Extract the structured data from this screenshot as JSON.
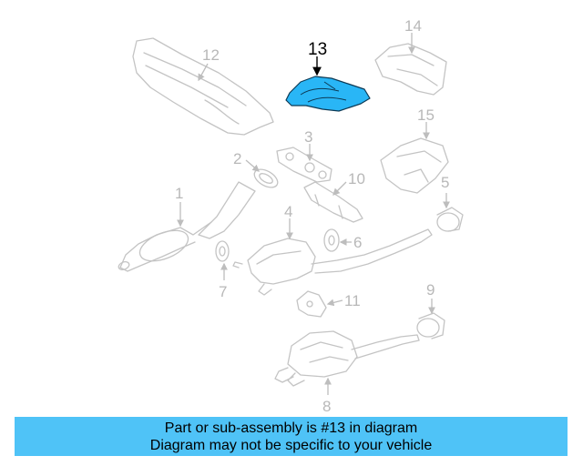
{
  "diagram": {
    "highlighted_part": "13",
    "highlight_color": "#29b6f6",
    "callouts": [
      "1",
      "2",
      "3",
      "4",
      "5",
      "6",
      "7",
      "8",
      "9",
      "10",
      "11",
      "12",
      "13",
      "14",
      "15"
    ]
  },
  "banner": {
    "line1": "Part or sub-assembly is #13 in diagram",
    "line2": "Diagram may not be specific to your vehicle",
    "background": "#4fc3f7"
  }
}
